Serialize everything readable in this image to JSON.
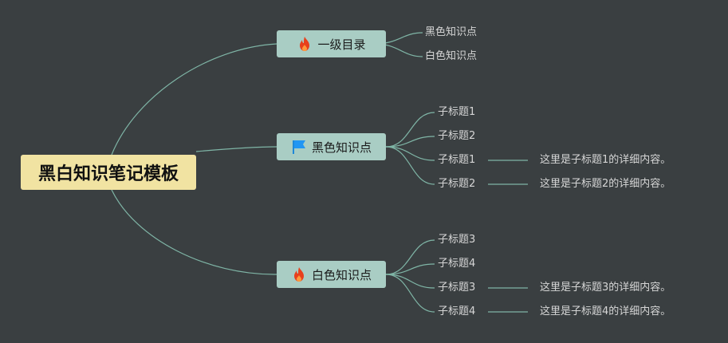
{
  "root": {
    "label": "黑白知识笔记模板"
  },
  "branches": [
    {
      "label": "一级目录",
      "icon": "fire-icon",
      "children": [
        {
          "label": "黑色知识点"
        },
        {
          "label": "白色知识点"
        }
      ]
    },
    {
      "label": "黑色知识点",
      "icon": "flag-icon",
      "children": [
        {
          "label": "子标题1"
        },
        {
          "label": "子标题2"
        },
        {
          "label": "子标题1",
          "detail": "这里是子标题1的详细内容。"
        },
        {
          "label": "子标题2",
          "detail": "这里是子标题2的详细内容。"
        }
      ]
    },
    {
      "label": "白色知识点",
      "icon": "fire-icon",
      "children": [
        {
          "label": "子标题3"
        },
        {
          "label": "子标题4"
        },
        {
          "label": "子标题3",
          "detail": "这里是子标题3的详细内容。"
        },
        {
          "label": "子标题4",
          "detail": "这里是子标题4的详细内容。"
        }
      ]
    }
  ],
  "colors": {
    "background": "#3a3f41",
    "root_fill": "#f1e3a2",
    "branch_fill": "#a9cdc4",
    "edge": "#7fb5a6",
    "fire": "#e8401c",
    "flag": "#1e88d8"
  }
}
